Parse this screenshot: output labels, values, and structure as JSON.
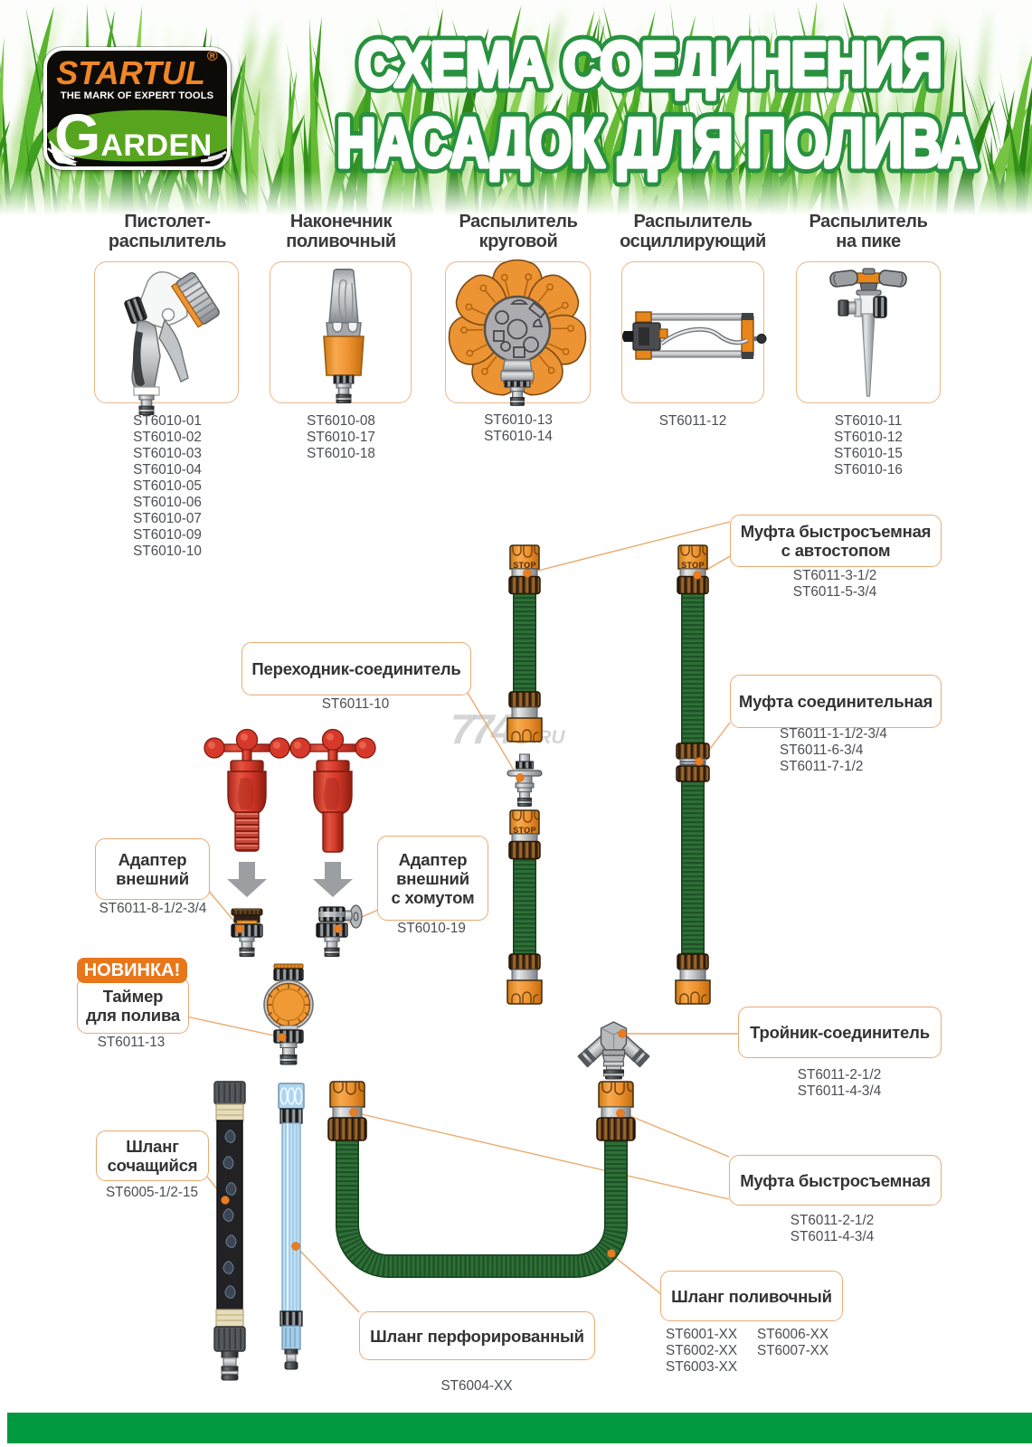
{
  "header": {
    "brand": "STARTUL",
    "reg": "®",
    "tagline": "THE MARK OF EXPERT TOOLS",
    "garden_g": "G",
    "garden_rest": "ARDEN",
    "title_line1": "СХЕМА СОЕДИНЕНИЯ",
    "title_line2": "НАСАДОК ДЛЯ ПОЛИВА"
  },
  "products": [
    {
      "title_lines": [
        "Пистолет-",
        "распылитель"
      ],
      "codes": [
        "ST6010-01",
        "ST6010-02",
        "ST6010-03",
        "ST6010-04",
        "ST6010-05",
        "ST6010-06",
        "ST6010-07",
        "ST6010-09",
        "ST6010-10"
      ]
    },
    {
      "title_lines": [
        "Наконечник",
        "поливочный"
      ],
      "codes": [
        "ST6010-08",
        "ST6010-17",
        "ST6010-18"
      ]
    },
    {
      "title_lines": [
        "Распылитель",
        "круговой"
      ],
      "codes": [
        "ST6010-13",
        "ST6010-14"
      ]
    },
    {
      "title_lines": [
        "Распылитель",
        "осциллирующий"
      ],
      "codes": [
        "ST6011-12"
      ]
    },
    {
      "title_lines": [
        "Распылитель",
        "на пике"
      ],
      "codes": [
        "ST6010-11",
        "ST6010-12",
        "ST6010-15",
        "ST6010-16"
      ]
    }
  ],
  "labels": {
    "quick_stop": {
      "lines": [
        "Муфта быстросъемная",
        "с автостопом"
      ],
      "codes": [
        "ST6011-3-1/2",
        "ST6011-5-3/4"
      ]
    },
    "adapter_connector": {
      "lines": [
        "Переходник-соединитель"
      ],
      "codes": [
        "ST6011-10"
      ]
    },
    "coupling": {
      "lines": [
        "Муфта соединительная"
      ],
      "codes": [
        "ST6011-1-1/2-3/4",
        "ST6011-6-3/4",
        "ST6011-7-1/2"
      ]
    },
    "adapter_external": {
      "lines": [
        "Адаптер",
        "внешний"
      ],
      "codes": [
        "ST6011-8-1/2-3/4"
      ]
    },
    "adapter_clamp": {
      "lines": [
        "Адаптер",
        "внешний",
        "с хомутом"
      ],
      "codes": [
        "ST6010-19"
      ]
    },
    "new_badge": "НОВИНКА!",
    "timer": {
      "lines": [
        "Таймер",
        "для полива"
      ],
      "codes": [
        "ST6011-13"
      ]
    },
    "tee": {
      "lines": [
        "Тройник-соединитель"
      ],
      "codes": [
        "ST6011-2-1/2",
        "ST6011-4-3/4"
      ]
    },
    "quick": {
      "lines": [
        "Муфта быстросъемная"
      ],
      "codes": [
        "ST6011-2-1/2",
        "ST6011-4-3/4"
      ]
    },
    "soaker": {
      "lines": [
        "Шланг",
        "сочащийся"
      ],
      "codes": [
        "ST6005-1/2-15"
      ]
    },
    "perforated": {
      "lines": [
        "Шланг перфорированный"
      ],
      "codes": [
        "ST6004-XX"
      ]
    },
    "watering": {
      "lines": [
        "Шланг поливочный"
      ],
      "codes_col1": [
        "ST6001-XX",
        "ST6002-XX",
        "ST6003-XX"
      ],
      "codes_col2": [
        "ST6006-XX",
        "ST6007-XX"
      ]
    }
  },
  "graphics": {
    "stop_label": "STOP"
  },
  "watermark": {
    "part1": "77",
    "part2": "4",
    "part3": "5",
    "suffix": ".RU"
  },
  "colors": {
    "accent_orange": "#ef9330",
    "label_border": "#eaaa72",
    "title_green": "#259040",
    "bottom_bar_green": "#029a41",
    "hose_green": "#2e7438",
    "tap_red": "#d6392b",
    "badge_orange": "#e8771b",
    "brand_orange": "#f08627"
  }
}
